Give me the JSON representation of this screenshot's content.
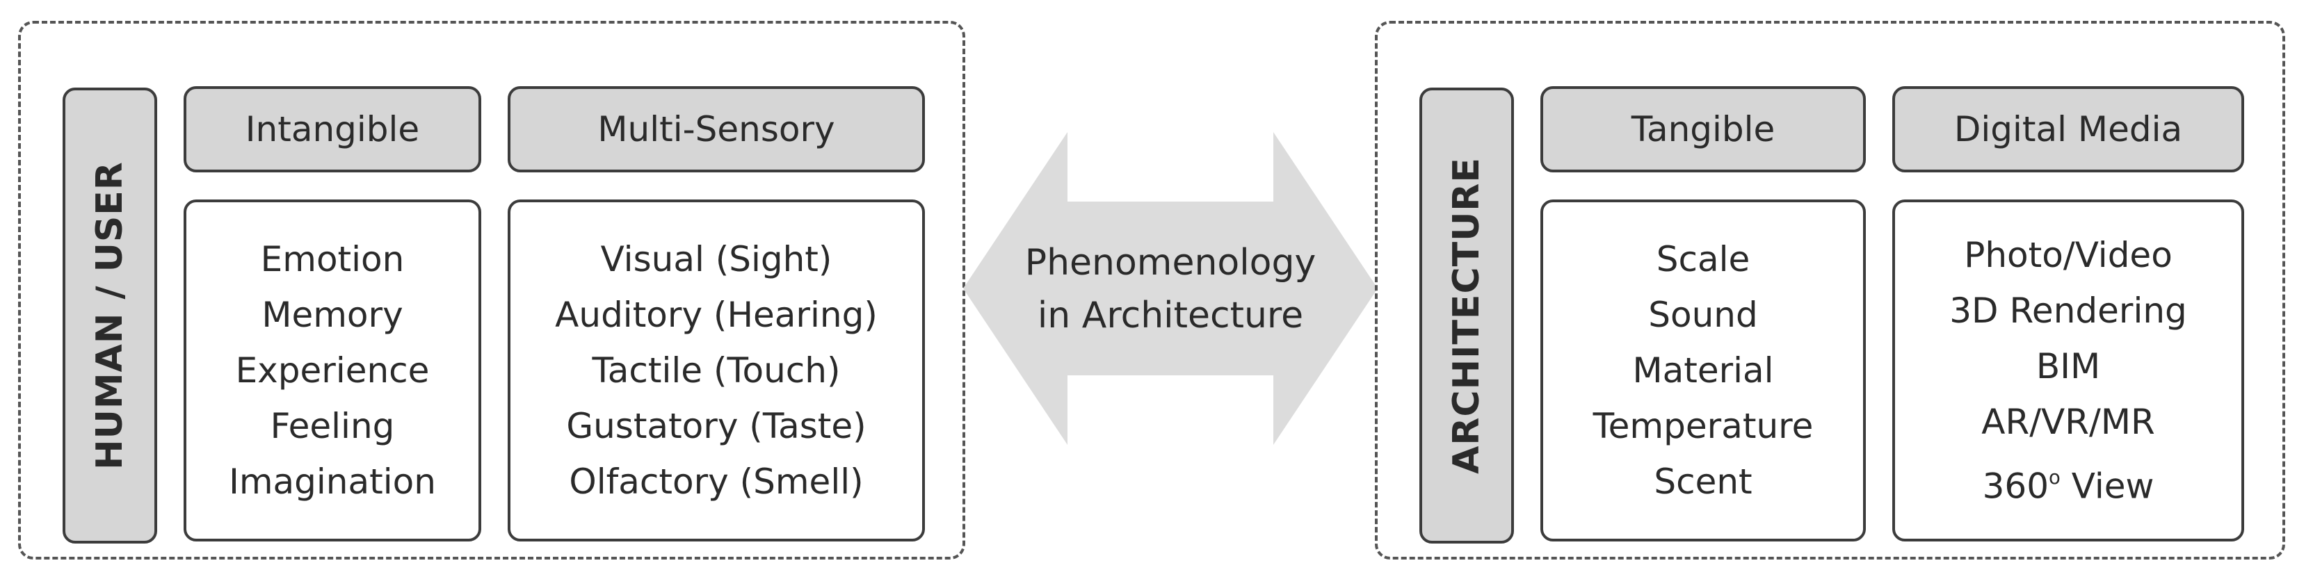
{
  "left_group": {
    "side_label": "HUMAN / USER",
    "columns": [
      {
        "header": "Intangible",
        "items": [
          "Emotion",
          "Memory",
          "Experience",
          "Feeling",
          "Imagination"
        ]
      },
      {
        "header": "Multi-Sensory",
        "items": [
          "Visual (Sight)",
          "Auditory (Hearing)",
          "Tactile (Touch)",
          "Gustatory (Taste)",
          "Olfactory (Smell)"
        ]
      }
    ]
  },
  "center": {
    "line1": "Phenomenology",
    "line2": "in Architecture",
    "arrow_color": "#dcdcdc"
  },
  "right_group": {
    "side_label": "ARCHITECTURE",
    "columns": [
      {
        "header": "Tangible",
        "items": [
          "Scale",
          "Sound",
          "Material",
          "Temperature",
          "Scent"
        ]
      },
      {
        "header": "Digital Media",
        "items": [
          "Photo/Video",
          "3D Rendering",
          "BIM",
          "AR/VR/MR"
        ],
        "last_item": {
          "number": "360",
          "superscript": "o",
          "text": " View"
        }
      }
    ]
  }
}
